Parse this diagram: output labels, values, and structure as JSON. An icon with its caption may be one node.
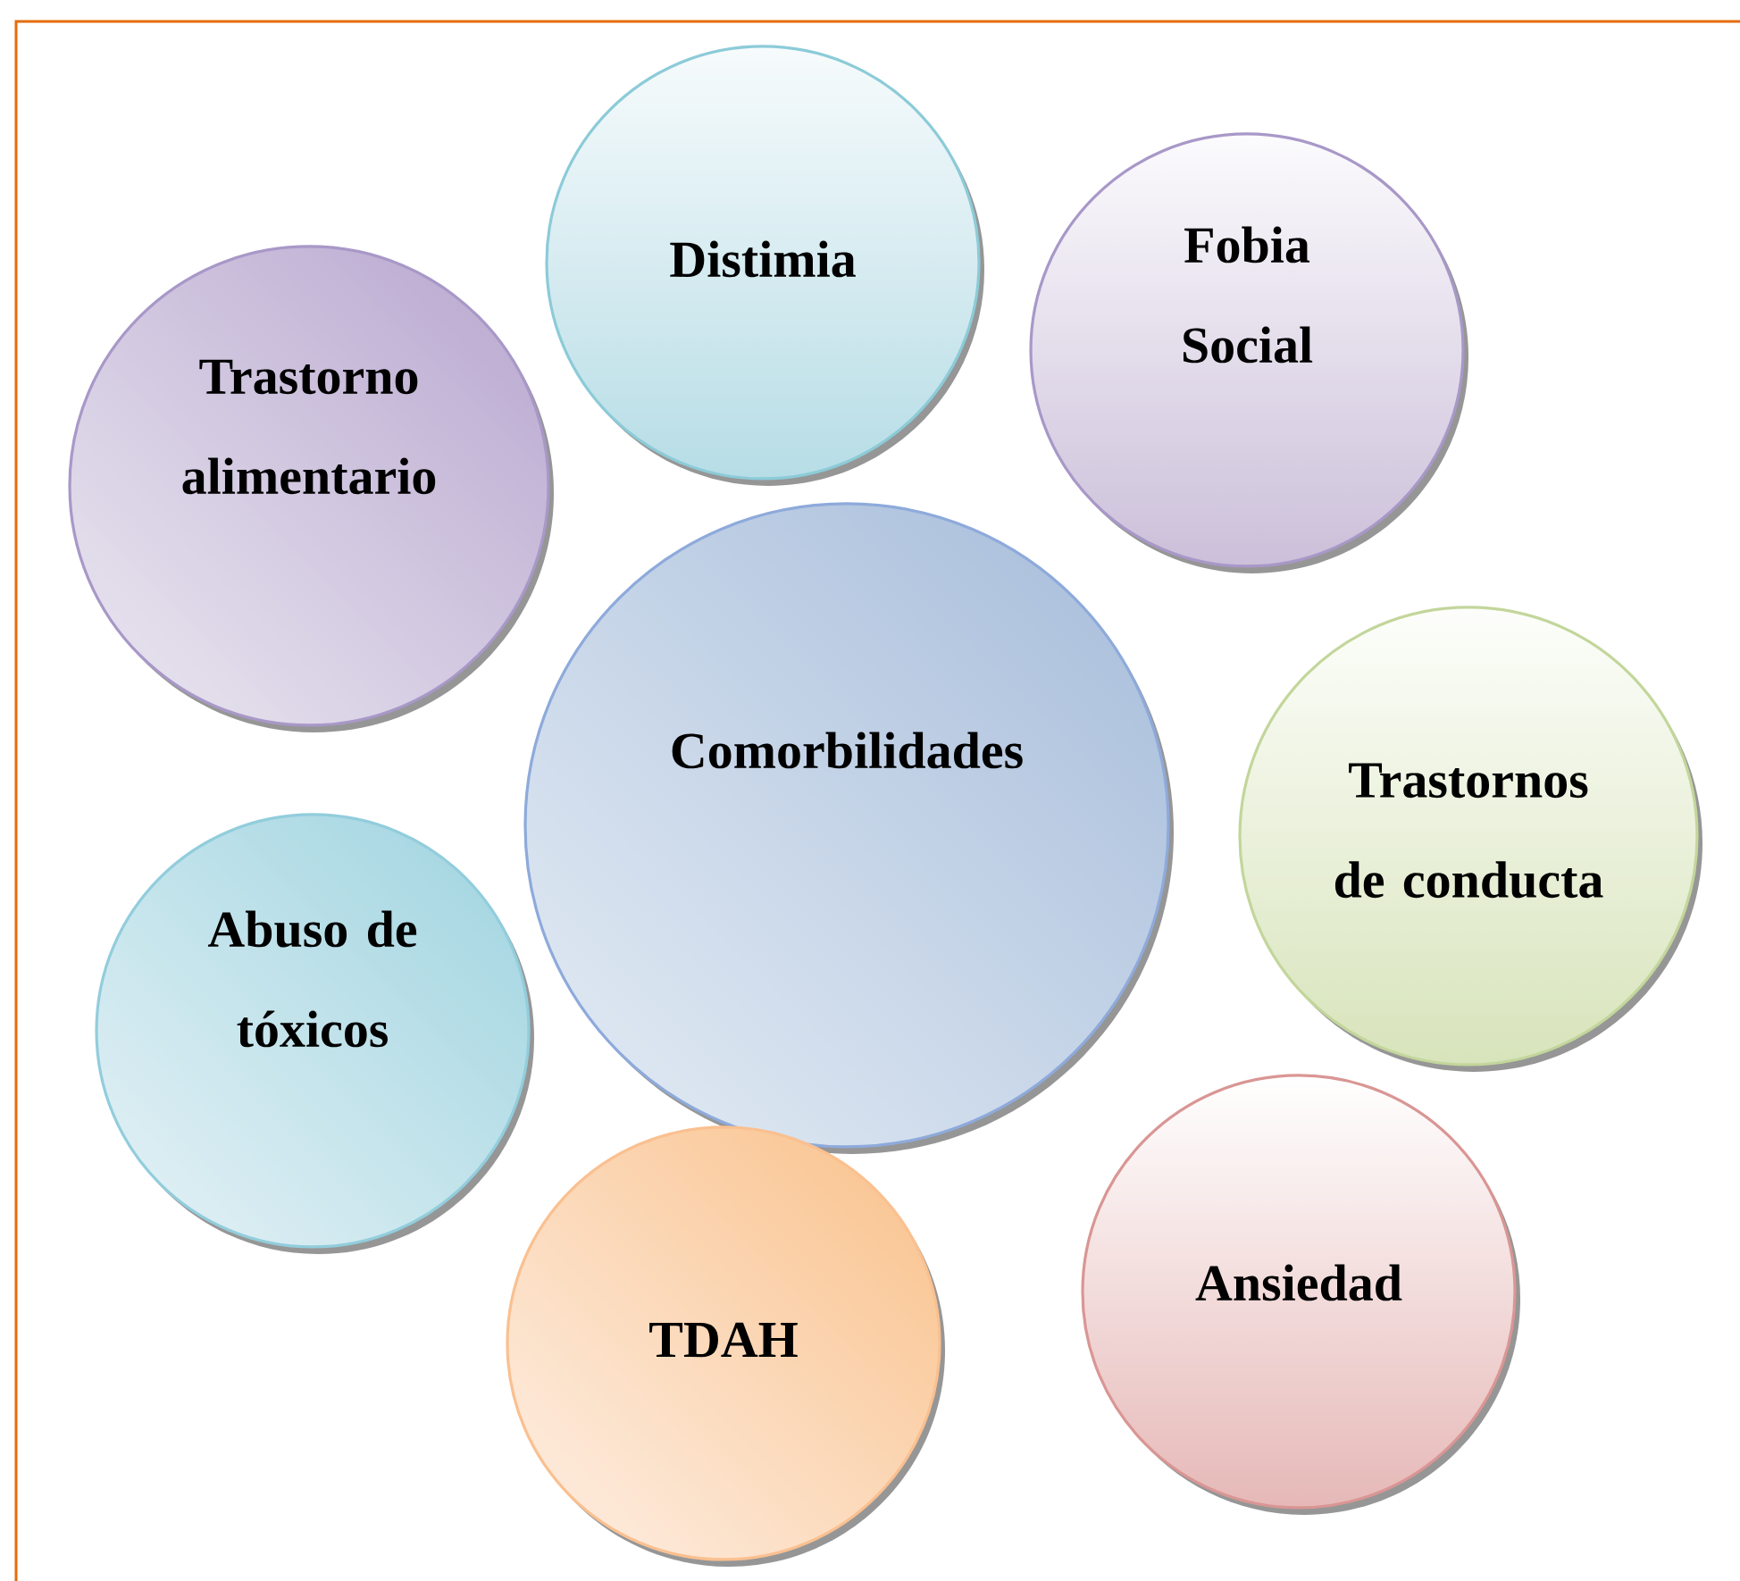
{
  "diagram": {
    "nodes": [
      {
        "text": [
          "Distimia"
        ]
      },
      {
        "text": [
          "Fobia Social"
        ]
      },
      {
        "text": [
          "Trastorno alimentario"
        ]
      },
      {
        "text": [
          "Comorbilidades"
        ]
      },
      {
        "text": [
          "Trastornos de conducta"
        ]
      },
      {
        "text": [
          "Abuso de tóxicos"
        ]
      },
      {
        "text": [
          "TDAH"
        ]
      },
      {
        "text": [
          "Ansiedad"
        ]
      }
    ]
  }
}
